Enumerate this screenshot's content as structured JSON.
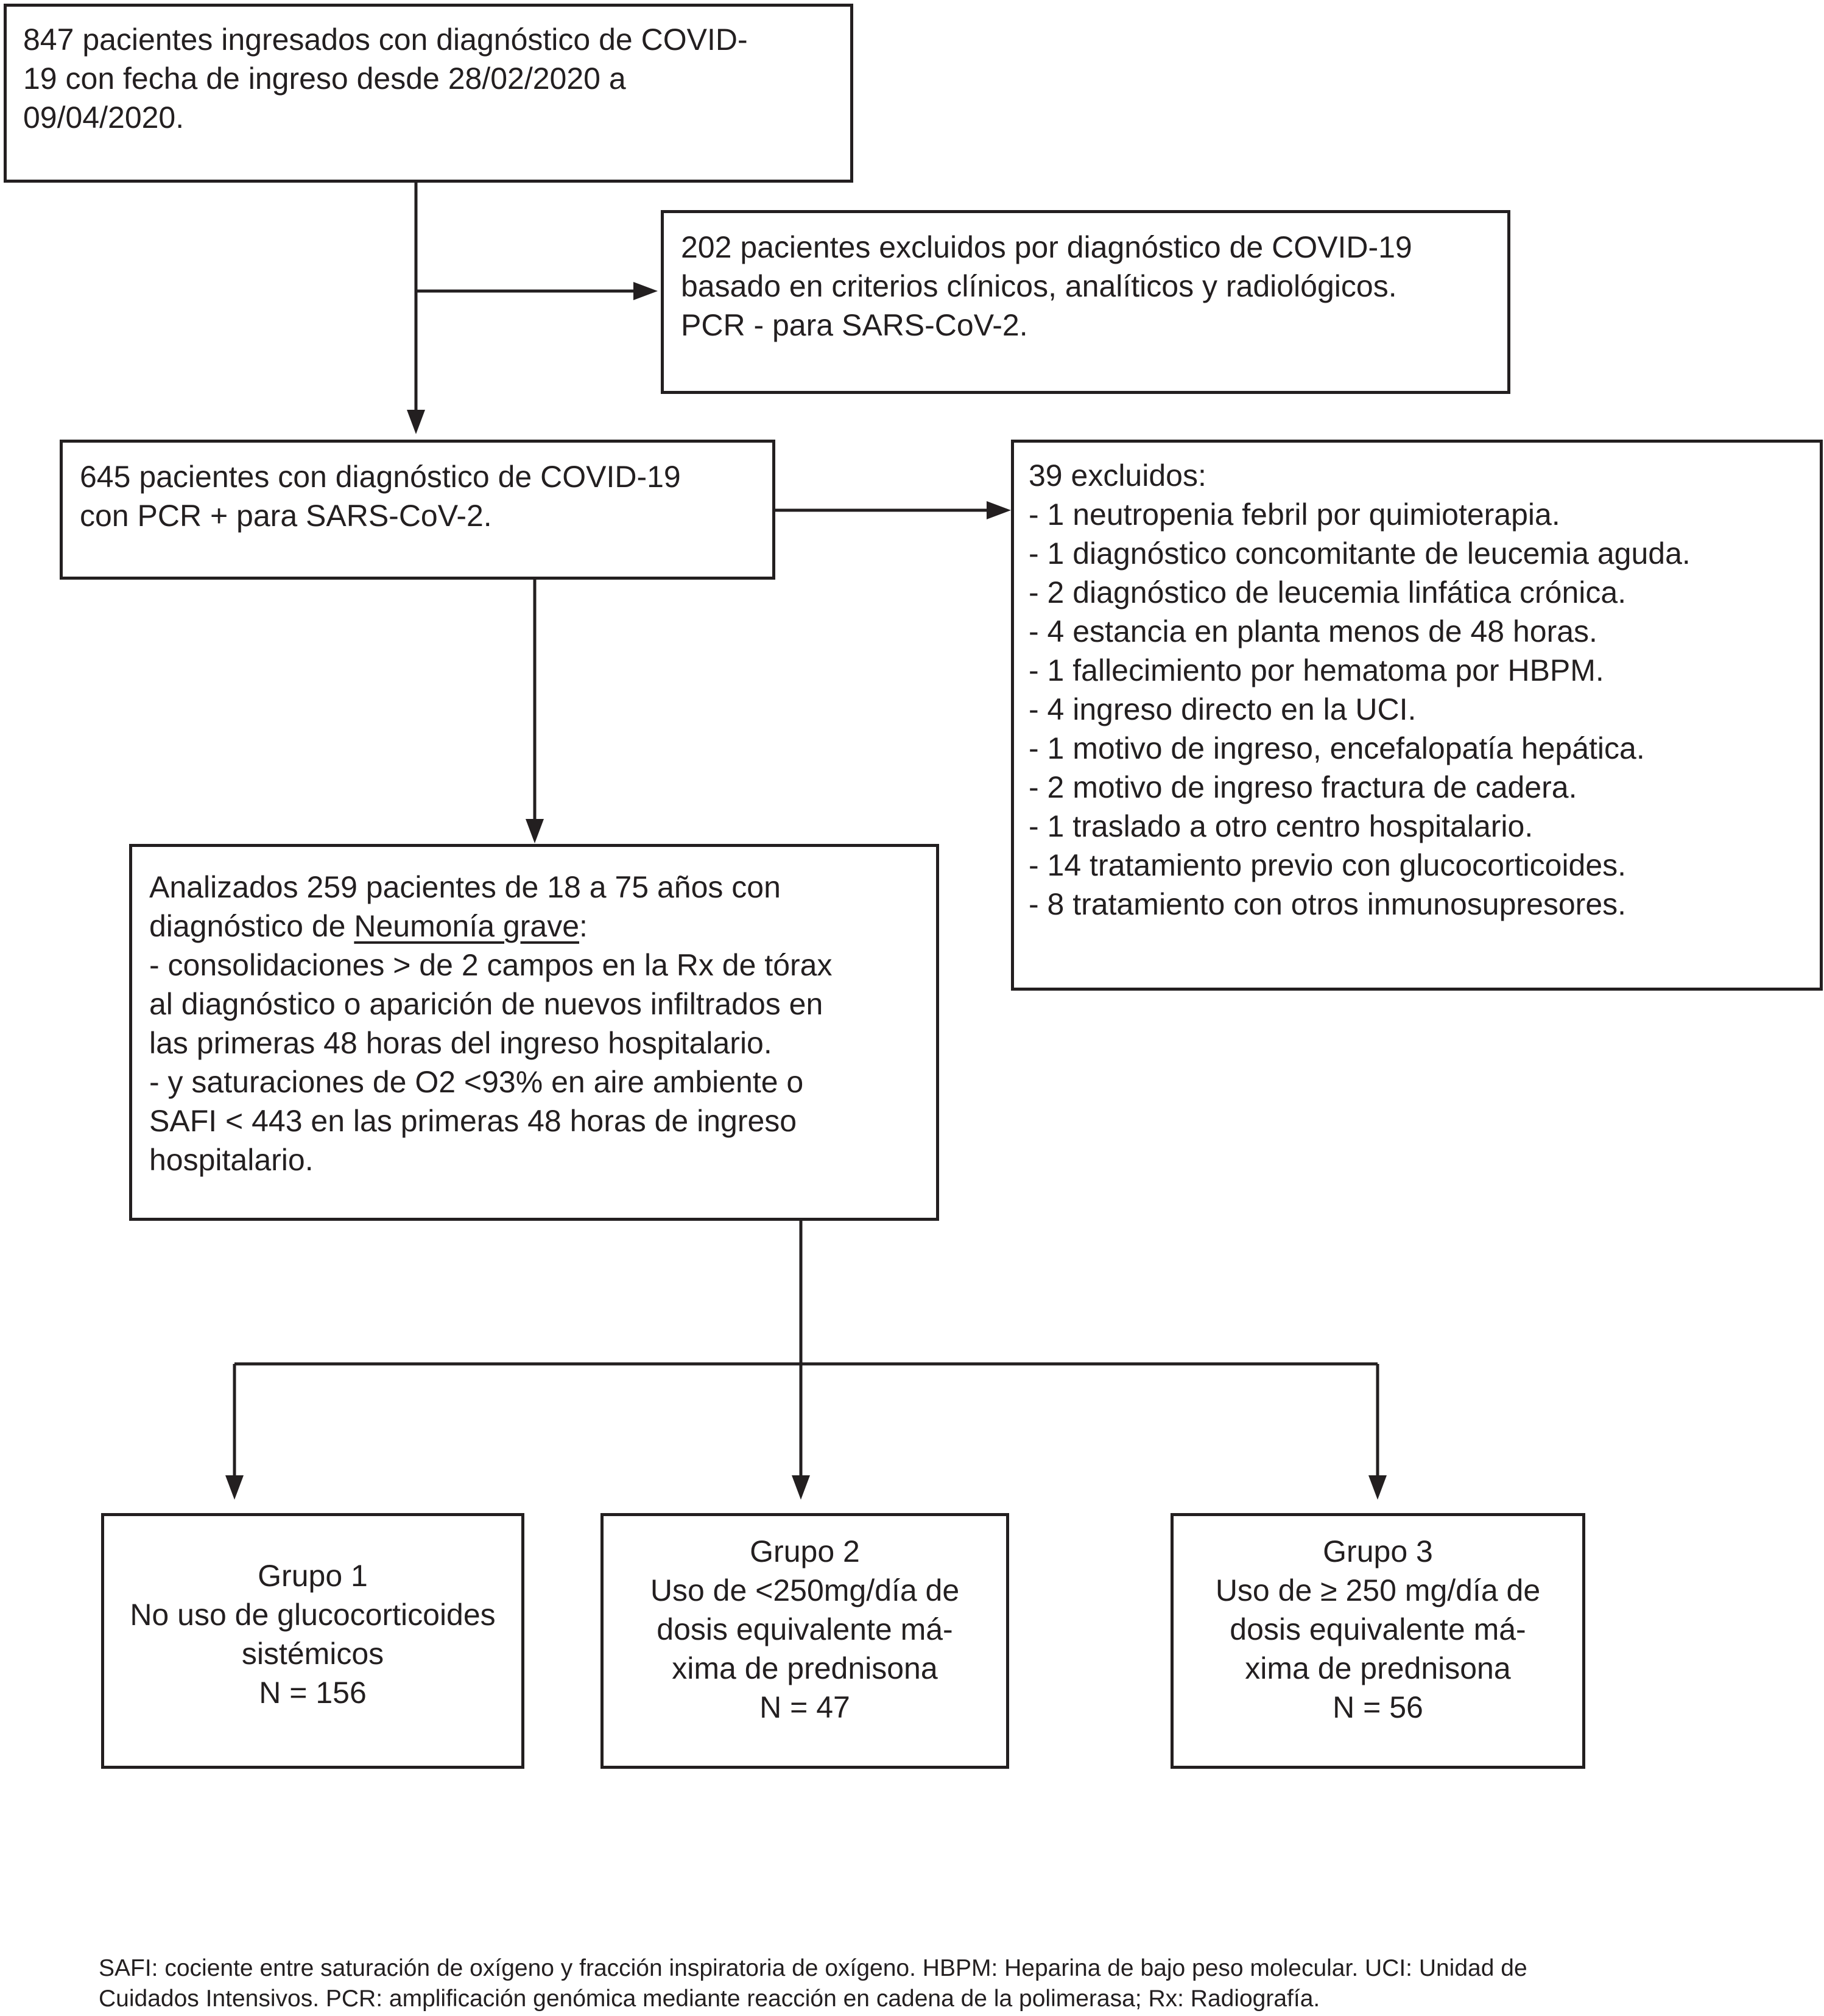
{
  "boxes": {
    "admitted": {
      "lines": [
        "847 pacientes ingresados con diagnóstico de COVID-",
        "19 con fecha de ingreso desde 28/02/2020 a",
        "09/04/2020."
      ]
    },
    "excluded_clinical": {
      "lines": [
        "202 pacientes excluidos por diagnóstico de COVID-19",
        "basado en criterios clínicos, analíticos y radiológicos.",
        "PCR - para SARS-CoV-2."
      ]
    },
    "pcr_positive": {
      "lines": [
        "645 pacientes con diagnóstico de COVID-19",
        "con PCR + para SARS-CoV-2."
      ]
    },
    "excluded_39": {
      "lines": [
        "39 excluidos:",
        "- 1 neutropenia febril por quimioterapia.",
        "- 1 diagnóstico concomitante de leucemia aguda.",
        "- 2 diagnóstico de leucemia linfática crónica.",
        "- 4 estancia en planta menos de 48 horas.",
        "- 1 fallecimiento por hematoma por HBPM.",
        "- 4 ingreso directo en la UCI.",
        "- 1 motivo de ingreso, encefalopatía hepática.",
        "- 2 motivo de ingreso fractura de cadera.",
        "- 1 traslado a otro centro hospitalario.",
        "- 14 tratamiento previo con glucocorticoides.",
        "- 8 tratamiento con otros inmunosupresores."
      ]
    },
    "analyzed": {
      "line1": "Analizados 259 pacientes de 18 a 75 años con",
      "line2_prefix": "diagnóstico de ",
      "line2_underlined": "Neumonía grave",
      "line2_suffix": ":",
      "rest": [
        "- consolidaciones > de 2 campos en la Rx de tórax",
        "al diagnóstico o aparición de nuevos infiltrados en",
        "las primeras 48 horas del ingreso hospitalario.",
        "- y saturaciones de O2 <93% en aire ambiente o",
        "SAFI < 443 en las primeras 48 horas de ingreso",
        "hospitalario."
      ]
    },
    "group1": {
      "lines": [
        "Grupo 1",
        "No uso de glucocorticoides",
        "sistémicos",
        "N = 156"
      ]
    },
    "group2": {
      "lines": [
        "Grupo 2",
        "Uso de <250mg/día de",
        "dosis equivalente má-",
        "xima de prednisona",
        "N = 47"
      ]
    },
    "group3": {
      "lines": [
        "Grupo 3",
        "Uso de ≥ 250 mg/día de",
        "dosis equivalente má-",
        "xima de prednisona",
        "N = 56"
      ]
    }
  },
  "footnote": {
    "line1": "SAFI: cociente entre saturación de oxígeno y fracción inspiratoria de oxígeno. HBPM: Heparina de bajo peso molecular. UCI: Unidad de",
    "line2": "Cuidados Intensivos. PCR: amplificación genómica mediante reacción en cadena de la polimerasa; Rx: Radiografía."
  }
}
